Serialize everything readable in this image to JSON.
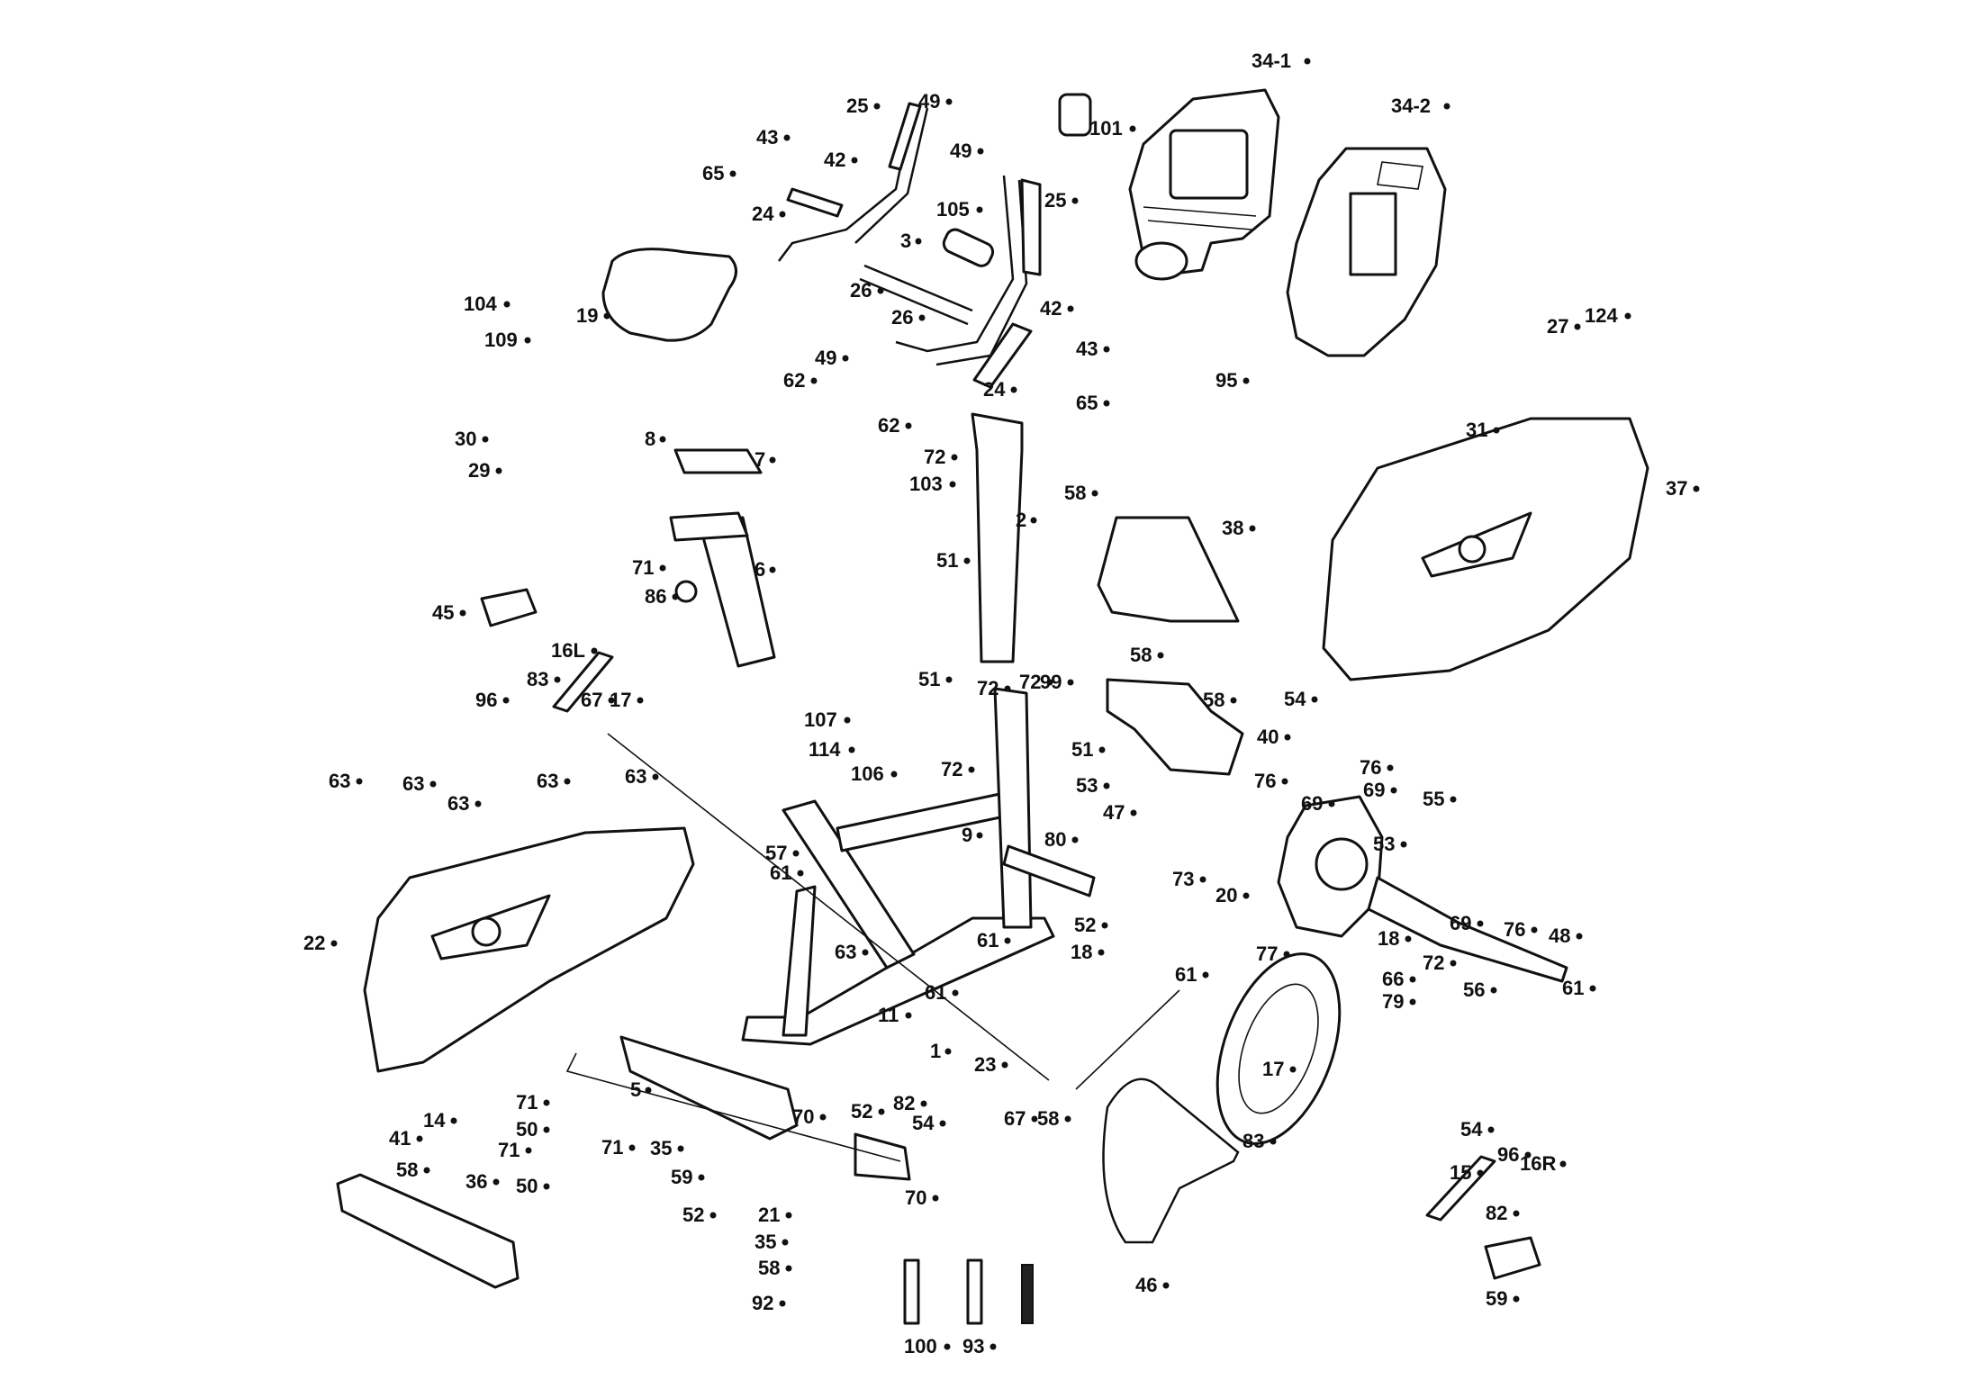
{
  "diagram": {
    "labels": [
      "34-1",
      "34-2",
      "101",
      "25",
      "49",
      "43",
      "42",
      "65",
      "24",
      "3",
      "105",
      "26",
      "49",
      "25",
      "19",
      "104",
      "109",
      "62",
      "49",
      "26",
      "42",
      "43",
      "62",
      "24",
      "65",
      "95",
      "27",
      "124",
      "31",
      "37",
      "30",
      "29",
      "8",
      "7",
      "72",
      "103",
      "58",
      "2",
      "51",
      "38",
      "71",
      "6",
      "86",
      "45",
      "16L",
      "83",
      "96",
      "67",
      "17",
      "51",
      "72",
      "72",
      "99",
      "58",
      "58",
      "40",
      "54",
      "76",
      "76",
      "69",
      "69",
      "107",
      "114",
      "72",
      "51",
      "106",
      "53",
      "47",
      "55",
      "80",
      "63",
      "63",
      "63",
      "63",
      "63",
      "57",
      "61",
      "9",
      "53",
      "73",
      "20",
      "69",
      "76",
      "48",
      "52",
      "18",
      "18",
      "72",
      "66",
      "56",
      "61",
      "61",
      "61",
      "63",
      "22",
      "77",
      "79",
      "61",
      "1",
      "11",
      "17",
      "67",
      "58",
      "23",
      "54",
      "54",
      "15",
      "83",
      "96",
      "16R",
      "82",
      "71",
      "5",
      "70",
      "50",
      "71",
      "35",
      "71",
      "59",
      "50",
      "52",
      "52",
      "82",
      "21",
      "70",
      "35",
      "58",
      "41",
      "58",
      "36",
      "14",
      "46",
      "59",
      "92",
      "100",
      "93"
    ],
    "colors": {
      "ink": "#111111",
      "paper": "#ffffff"
    }
  }
}
